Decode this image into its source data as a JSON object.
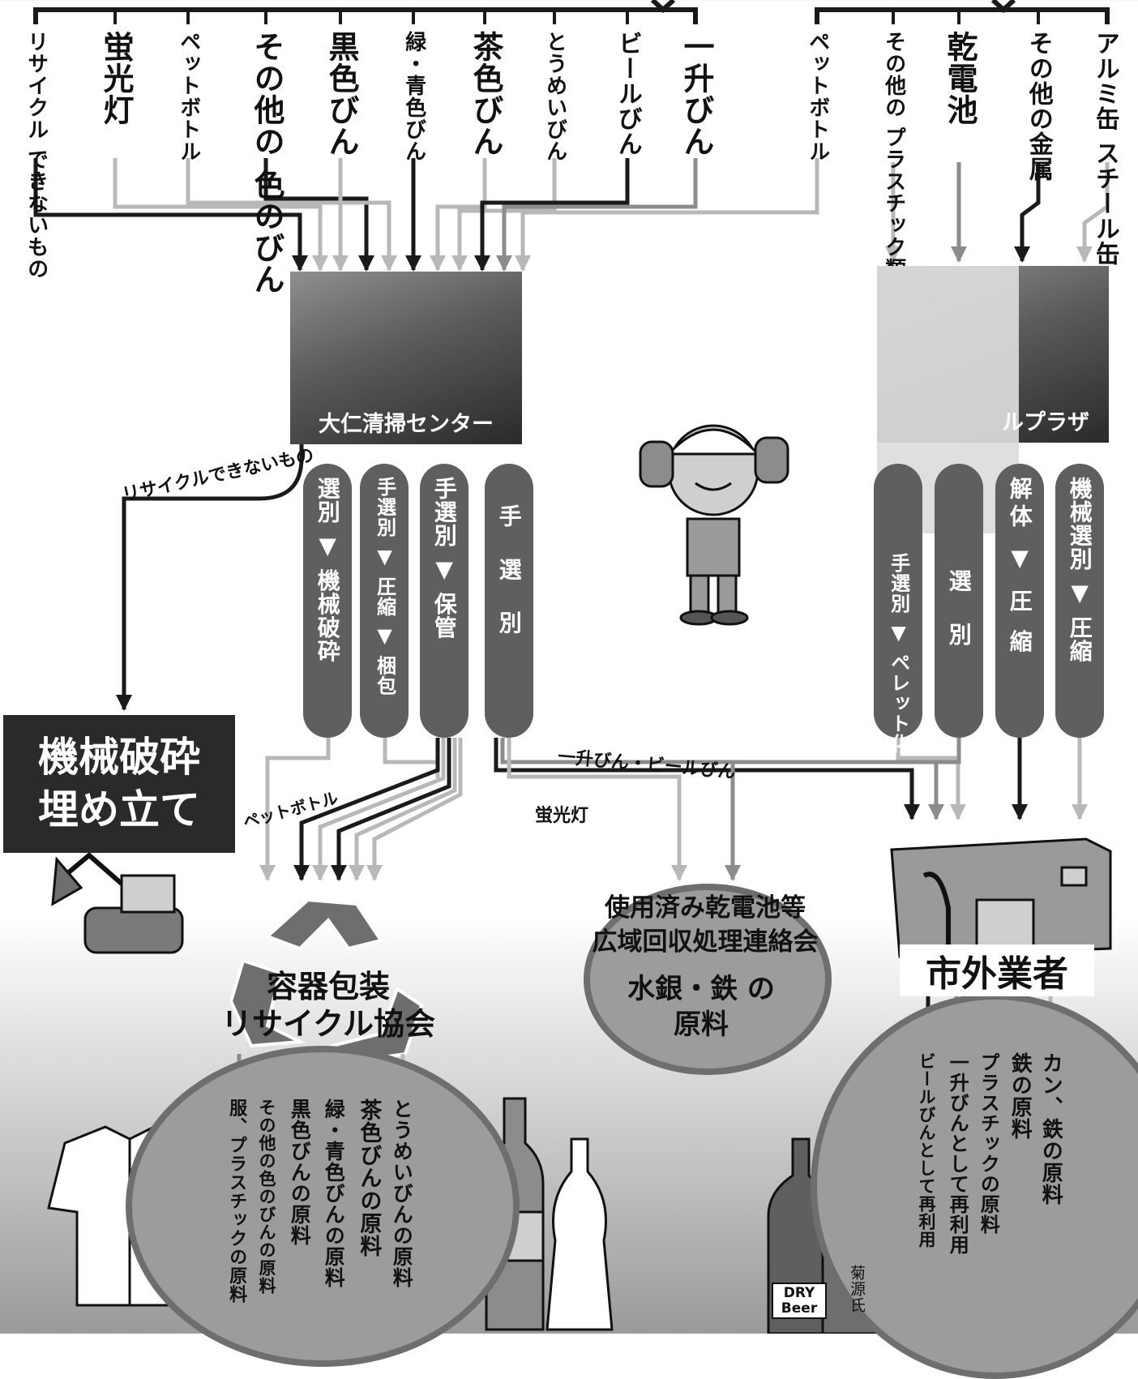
{
  "left_items": [
    {
      "text": "リサイクル できないもの",
      "size": "v3"
    },
    {
      "text": "蛍光灯",
      "size": "v1"
    },
    {
      "text": "ペットボトル",
      "size": "v3"
    },
    {
      "text": "その他の 色のびん",
      "size": "v1"
    },
    {
      "text": "黒色びん",
      "size": "v1"
    },
    {
      "text": "緑・青色びん",
      "size": "v3"
    },
    {
      "text": "茶色びん",
      "size": "v1"
    },
    {
      "text": "とうめいびん",
      "size": "v3"
    },
    {
      "text": "ビールびん",
      "size": "v2"
    },
    {
      "text": "一升びん",
      "size": "v1"
    }
  ],
  "right_items": [
    {
      "text": "ペットボトル",
      "size": "v3"
    },
    {
      "text": "その他の プラスチック類",
      "size": "v3"
    },
    {
      "text": "乾電池",
      "size": "v1"
    },
    {
      "text": "その他の金属",
      "size": "v2"
    },
    {
      "text": "アルミ缶 スチール缶",
      "size": "v2"
    }
  ],
  "facility_left": "大仁清掃センター",
  "facility_right": "ルプラザ",
  "left_processes": [
    "選別 ▼ 機械破砕",
    "手選別 ▼ 圧縮 ▼ 梱包",
    "手選別 ▼ 保管",
    "手 選 別"
  ],
  "right_processes": [
    "手選別 ▼ ペレット化",
    "選 別",
    "解体 ▼ 圧 縮",
    "機械選別 ▼ 圧縮"
  ],
  "route_labels": {
    "non_recyclable": "リサイクルできないもの",
    "pet": "ペットボトル",
    "fluorescent": "蛍光灯",
    "bottles": "一升びん・ビールびん"
  },
  "landfill": {
    "line1": "機械破砕",
    "line2": "埋め立て"
  },
  "orgs": {
    "container": {
      "line1": "容器包装",
      "line2": "リサイクル協会"
    },
    "battery": {
      "line1": "使用済み乾電池等",
      "line2": "広域回収処理連絡会",
      "result": "水銀・鉄 の原料"
    },
    "vendor": {
      "name": "市外業者"
    }
  },
  "container_outputs": [
    "とうめいびんの原料",
    "茶色びんの原料",
    "緑・青色びんの原料",
    "黒色びんの原料",
    "その他の色のびんの原料",
    "服、プラスチックの原料"
  ],
  "vendor_outputs": [
    "カン、鉄の原料",
    "鉄の原料",
    "プラスチックの原料",
    "一升びんとして再利用",
    "ビールびんとして再利用"
  ],
  "bottle_labels": {
    "beer": "DRY Beer",
    "sake": "菊源氏"
  },
  "colors": {
    "black": "#1a1a1a",
    "dark": "#5f5f5f",
    "mid": "#8c8c8c",
    "light": "#b8b8b8"
  }
}
